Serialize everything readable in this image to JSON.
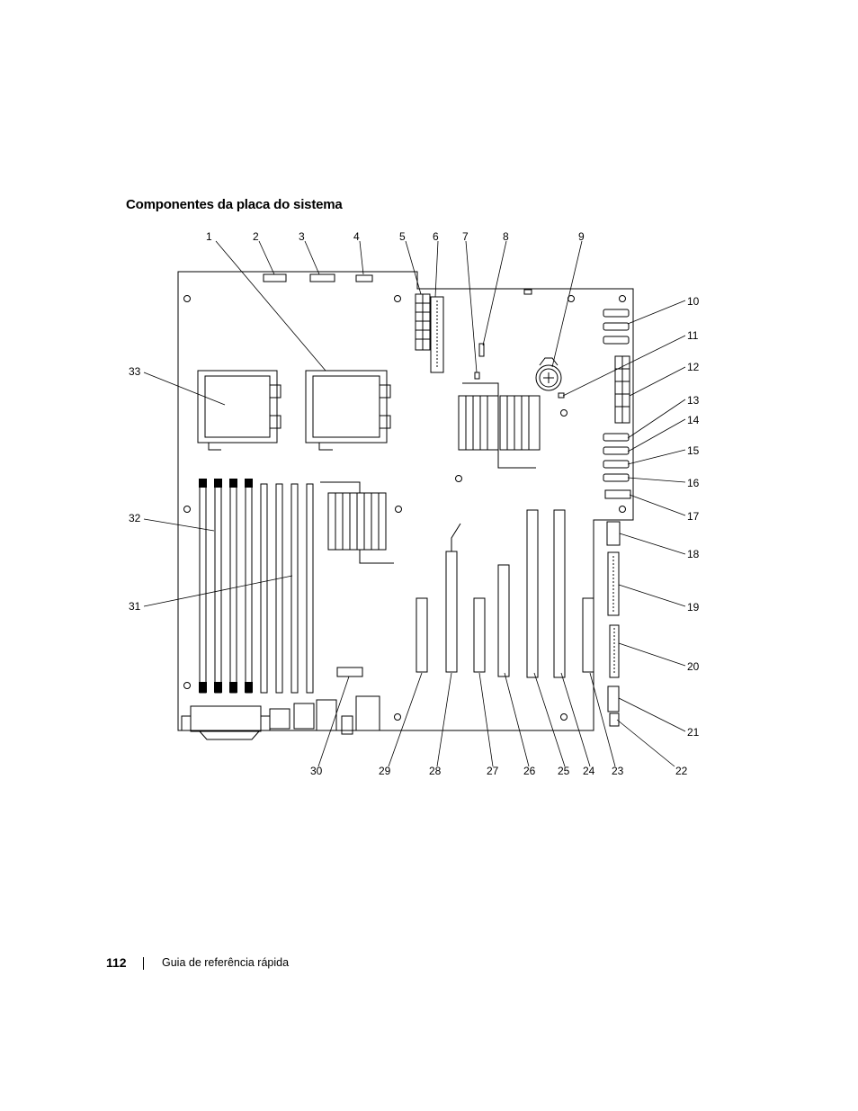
{
  "heading": "Componentes da placa do sistema",
  "callouts": [
    "1",
    "2",
    "3",
    "4",
    "5",
    "6",
    "7",
    "8",
    "9",
    "10",
    "11",
    "12",
    "13",
    "14",
    "15",
    "16",
    "17",
    "18",
    "19",
    "20",
    "21",
    "22",
    "23",
    "24",
    "25",
    "26",
    "27",
    "28",
    "29",
    "30",
    "31",
    "32",
    "33"
  ],
  "footer": {
    "page_number": "112",
    "title": "Guia de referência rápida"
  }
}
